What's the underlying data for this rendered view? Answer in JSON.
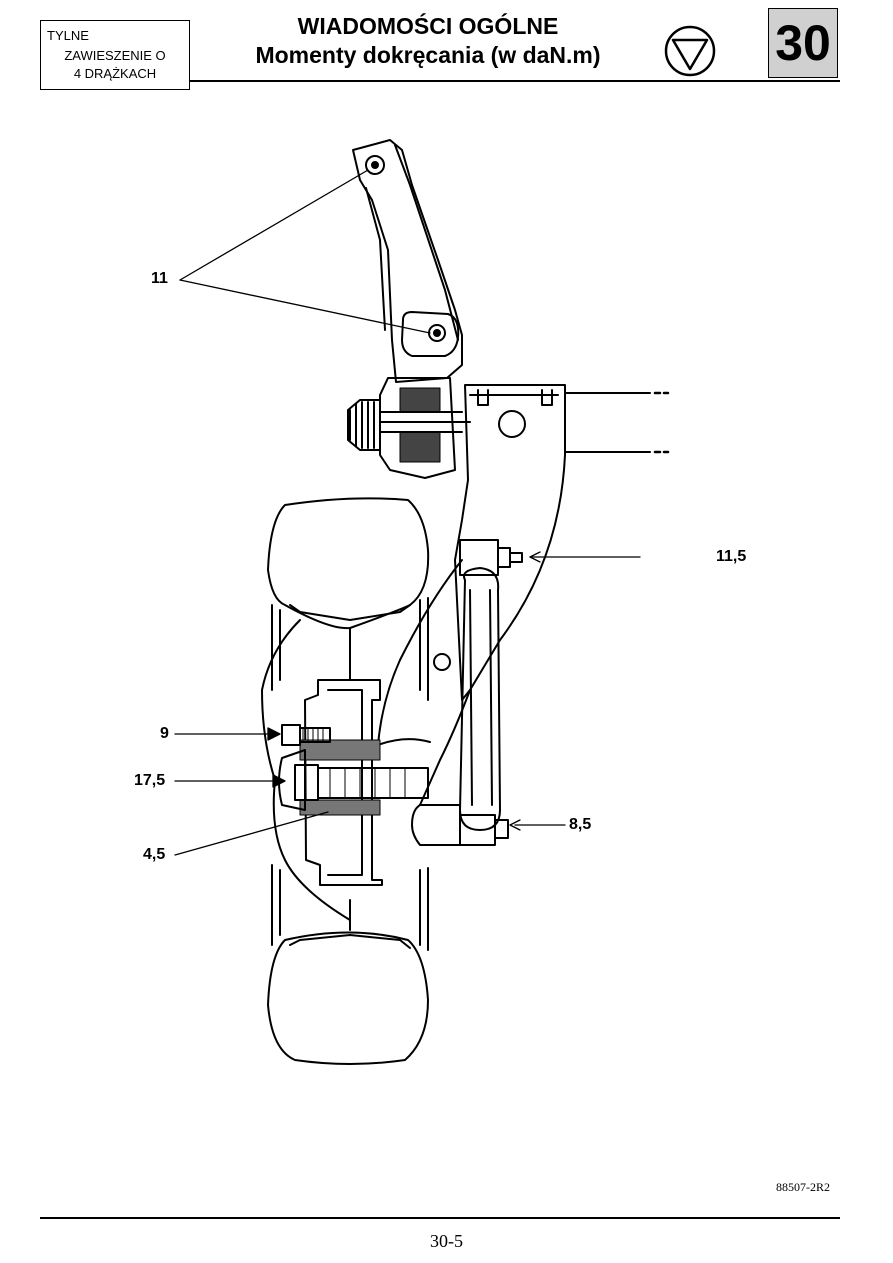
{
  "header": {
    "section_line1": "TYLNE",
    "section_line2": "ZAWIESZENIE O",
    "section_line3": "4 DRĄŻKACH",
    "title_line1": "WIADOMOŚCI OGÓLNE",
    "title_line2": "Momenty dokręcania (w daN.m)",
    "chapter_number": "30",
    "icon": "triangle-down-in-circle-icon"
  },
  "diagram": {
    "labels": {
      "upper_mounts": "11",
      "link_bolt": "11,5",
      "wheel_bolt": "9",
      "hub_nut": "17,5",
      "hub_screw": "4,5",
      "lower_bolt": "8,5"
    },
    "reference_code": "88507-2R2"
  },
  "footer": {
    "page_number": "30-5"
  }
}
